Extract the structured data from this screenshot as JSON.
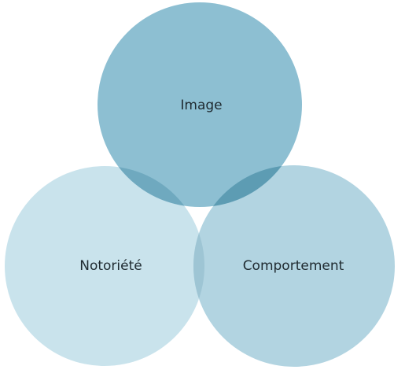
{
  "diagram": {
    "type": "venn",
    "circles": [
      {
        "key": "notoriete",
        "label": "Notoriété",
        "color": "#c9e3ec"
      },
      {
        "key": "comportement",
        "label": "Comportement",
        "color": "#b2d4e1"
      },
      {
        "key": "image",
        "label": "Image",
        "color": "#8dbfd2"
      }
    ],
    "overlap_colors": {
      "image_notoriete": "#6fa9bf",
      "image_comportement": "#5d9cb3",
      "notoriete_comportement": "#9ec5d4"
    }
  }
}
